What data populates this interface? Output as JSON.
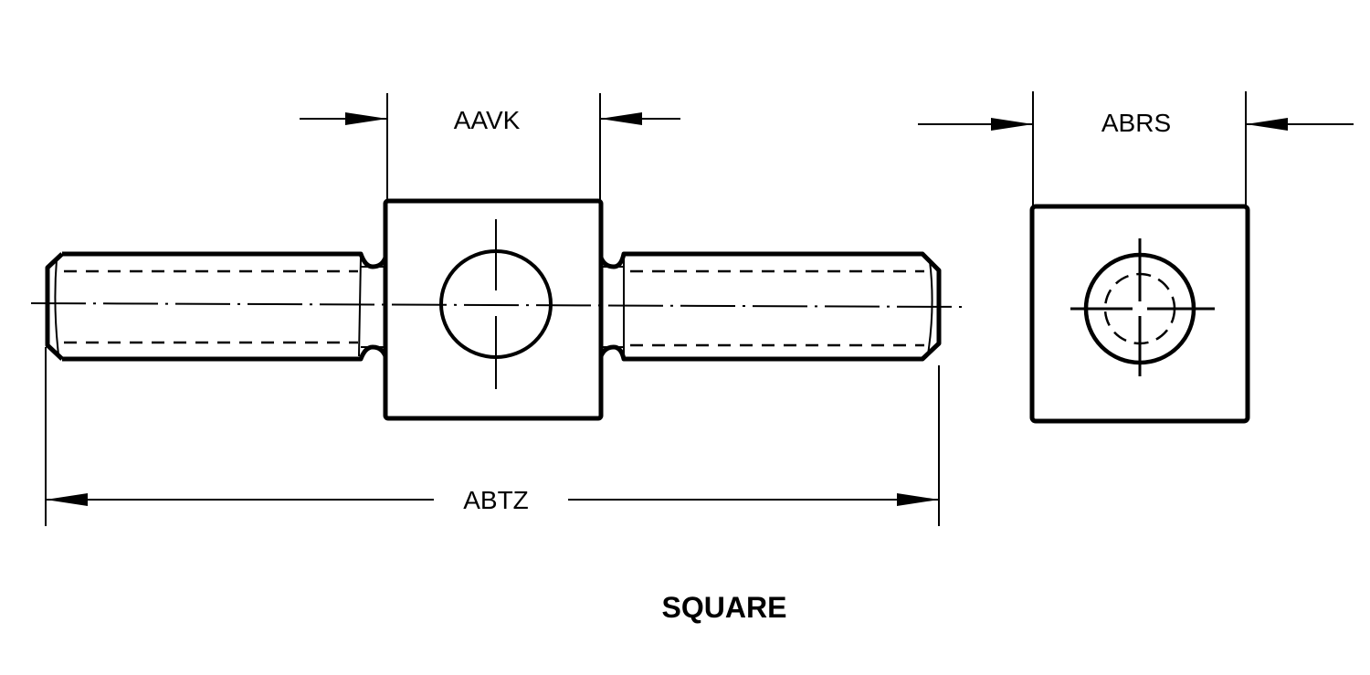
{
  "drawing": {
    "dimensions": {
      "block_width": "AAVK",
      "square_width": "ABRS",
      "overall_length": "ABTZ"
    },
    "caption": "SQUARE",
    "colors": {
      "line": "#000000",
      "background": "#ffffff"
    }
  }
}
